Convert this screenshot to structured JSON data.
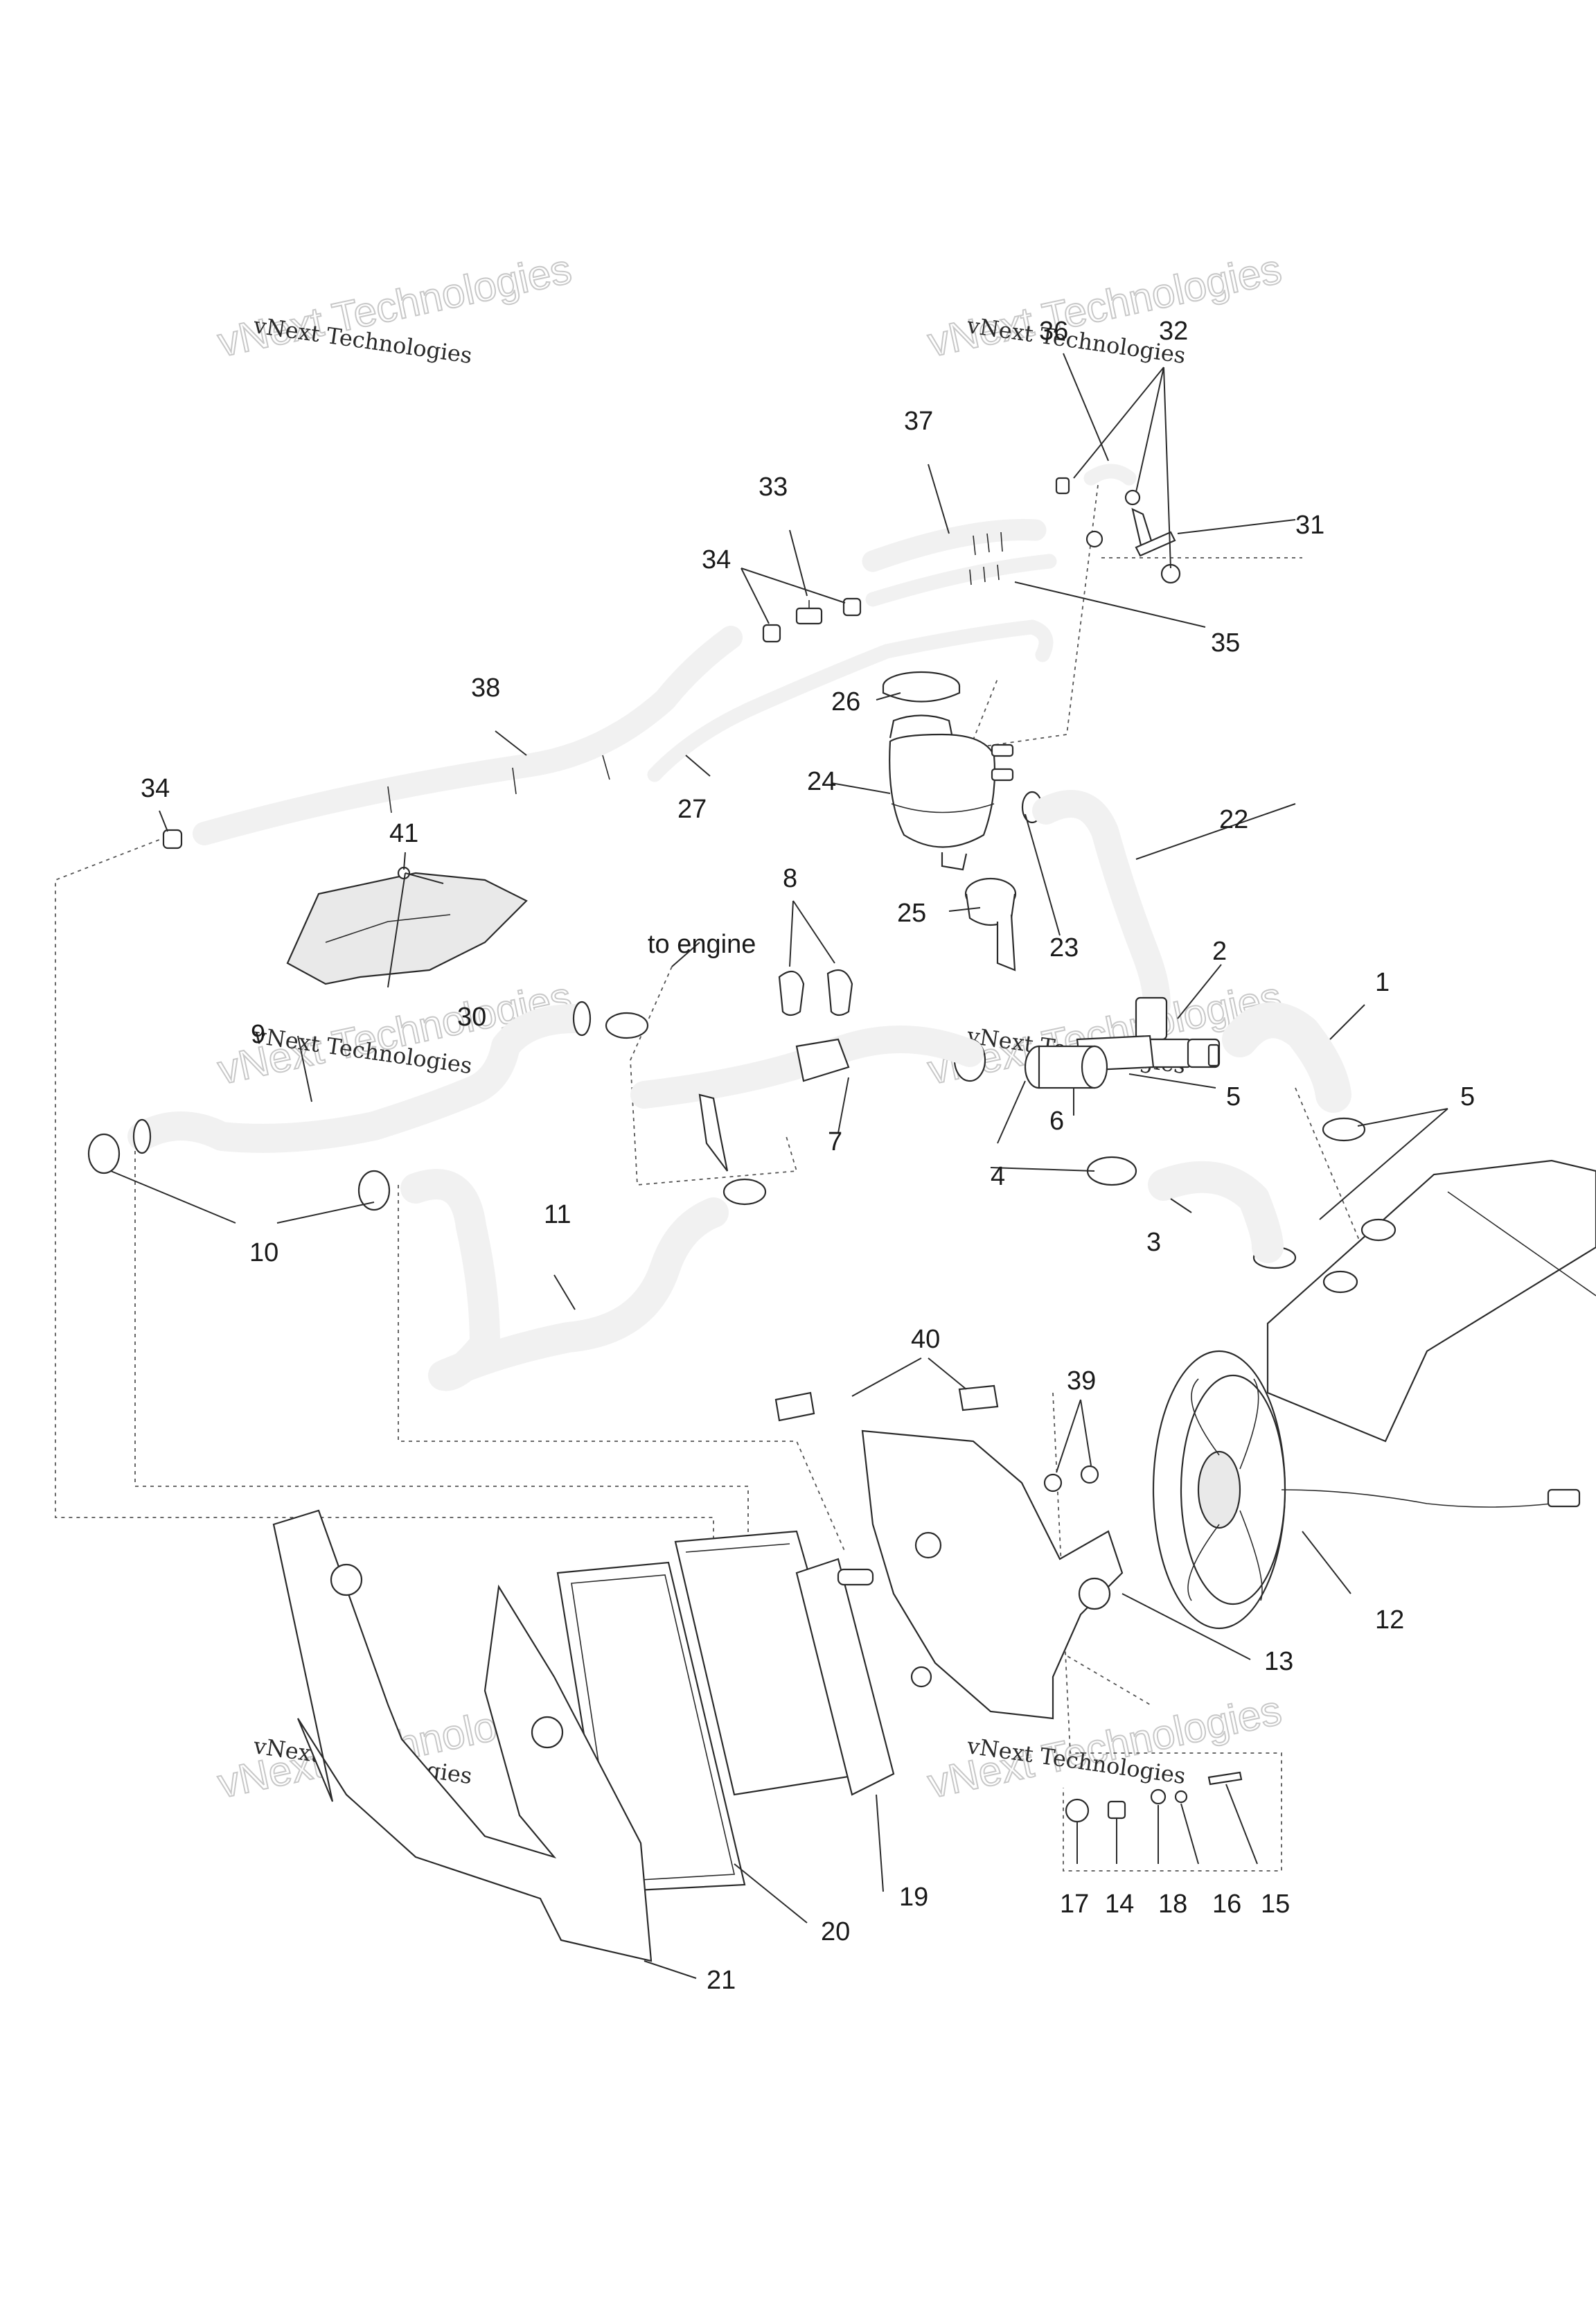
{
  "diagram": {
    "note_to_engine": "to engine",
    "watermark": {
      "line1": "vNext Technologies",
      "line2": "vNext\nTechnologies"
    },
    "callouts": [
      "1",
      "2",
      "3",
      "4",
      "5",
      "6",
      "7",
      "8",
      "9",
      "10",
      "11",
      "12",
      "13",
      "14",
      "15",
      "16",
      "17",
      "18",
      "19",
      "20",
      "21",
      "22",
      "23",
      "24",
      "25",
      "26",
      "27",
      "30",
      "31",
      "32",
      "33",
      "34",
      "35",
      "36",
      "37",
      "38",
      "39",
      "40",
      "41"
    ]
  }
}
